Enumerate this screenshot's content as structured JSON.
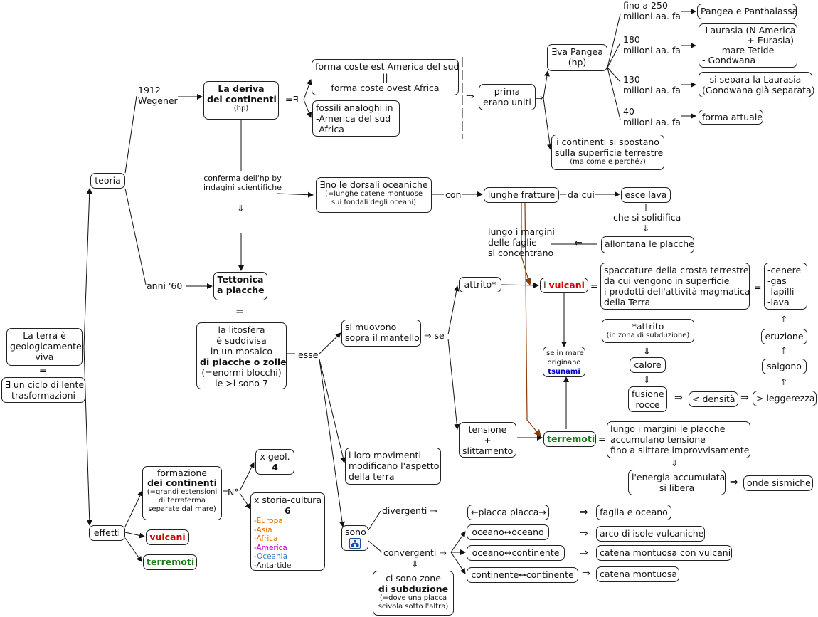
{
  "nodes": {
    "terra": [
      "La terra è",
      "geologicamente",
      "viva"
    ],
    "eq_main": "=",
    "ciclo": [
      "∃ un ciclo di lente",
      "trasformazioni"
    ],
    "teoria": "teoria",
    "effetti": "effetti",
    "wegener": [
      "1912",
      "Wegener"
    ],
    "deriva": [
      "La deriva",
      "dei continenti",
      "(hp)"
    ],
    "eq_exists": "=∃",
    "coste": [
      "forma coste est America del sud",
      "||",
      "forma coste ovest Africa"
    ],
    "fossili": [
      "fossili analoghi in",
      "-America del sud",
      "-Africa"
    ],
    "impl_prima": "⇒",
    "prima_uniti": [
      "prima",
      "erano uniti"
    ],
    "impl_pangea": "⇒",
    "pangea": [
      "∃va Pangea",
      "(hp)"
    ],
    "t250": [
      "fino a 250",
      "milioni aa. fa"
    ],
    "t180": [
      "180",
      "milioni aa. fa"
    ],
    "t130": [
      "130",
      "milioni aa. fa"
    ],
    "t40": [
      "40",
      "milioni aa. fa"
    ],
    "pangea_pantha": "Pangea e Panthalassa",
    "laurasia": [
      "-Laurasia (N America",
      "+ Eurasia)",
      "mare Tetide",
      "- Gondwana"
    ],
    "separa": [
      "si separa la Laurasia",
      "(Gondwana già separata)"
    ],
    "forma_attuale": "forma attuale",
    "continenti_spostano": [
      "i continenti si spostano",
      "sulla superficie terrestre",
      "(ma come e perché?)"
    ],
    "conferma": [
      "conferma dell'hp by",
      "indagini scientifiche"
    ],
    "down_arrow": "⇓",
    "dorsali": [
      "∃no le dorsali oceaniche",
      "(=lunghe catene montuose",
      "sui fondali degli oceani)"
    ],
    "con": "con",
    "fratture": "lunghe fratture",
    "da_cui": "da cui",
    "esce_lava": "esce lava",
    "solidifica": "che si solidifica",
    "down_arrow2": "⇓",
    "allontana": "allontana le placche",
    "margini": [
      "lungo i margini",
      "delle faglie",
      "si concentrano"
    ],
    "impl_left": "⇐",
    "anni60": "anni '60",
    "tettonica": [
      "Tettonica",
      "a placche"
    ],
    "eq_tett": "=",
    "litosfera": [
      "la litosfera",
      "è suddivisa",
      "in un mosaico",
      "di placche o zolle",
      "(=enormi blocchi)",
      "le >i sono 7"
    ],
    "esse": "esse",
    "muovono": [
      "si muovono",
      "sopra il mantello"
    ],
    "impl_se": "⇒ se",
    "attrito": "attrito*",
    "vulcani": [
      "i ",
      "vulcani"
    ],
    "eq_vulc": "=",
    "spaccature": [
      "spaccature della crosta terrestre",
      "da cui vengono in superficie",
      "i prodotti dell'attività magmatica",
      "della Terra"
    ],
    "eq_prod": "=",
    "prodotti": [
      "-cenere",
      "-gas",
      "-lapilli",
      "-lava"
    ],
    "tsunami": [
      "se in mare",
      "originano",
      "tsunami"
    ],
    "attrito_note": [
      "*attrito",
      "(in zona di subduzione)"
    ],
    "calore": "calore",
    "fusione": [
      "fusione",
      "rocce"
    ],
    "impl_dens": "⇒",
    "densita": "< densità",
    "impl_legg": "⇒",
    "leggerezza": "> leggerezza",
    "salgono": "salgono",
    "eruzione": "eruzione",
    "up1": "⇑",
    "up2": "⇑",
    "up3": "⇑",
    "down3": "⇓",
    "down4": "⇓",
    "tensione": [
      "tensione",
      "+",
      "slittamento"
    ],
    "terremoti": "terremoti",
    "eq_terr": "=",
    "margini_tensione": [
      "lungo i margini le placche",
      "accumulano tensione",
      "fino a slittare improvvisamente"
    ],
    "down5": "⇓",
    "energia": [
      "l'energia accumulata",
      "si libera"
    ],
    "impl_onde": "⇒",
    "onde": "onde sismiche",
    "movimenti": [
      "i loro movimenti",
      "modificano l'aspetto",
      "della terra"
    ],
    "sono": "sono",
    "divergenti": "divergenti ⇒",
    "convergenti": "convergenti ⇒",
    "down6": "⇓",
    "subduzione": [
      "ci sono zone",
      "di subduzione",
      "(=dove una placca",
      "scivola sotto l'altra)"
    ],
    "pp": "←placca placca→",
    "oo": "oceano↔oceano",
    "oc": "oceano↔continente",
    "cc": "continente↔continente",
    "impl_r1": "⇒",
    "impl_r2": "⇒",
    "impl_r3": "⇒",
    "impl_r4": "⇒",
    "faglia": "faglia e oceano",
    "isole": "arco di isole vulcaniche",
    "catena_vulc": "catena montuosa con vulcani",
    "catena": "catena montuosa",
    "formazione": [
      "formazione",
      "dei continenti",
      "(=grandi estensioni",
      "di terraferma",
      "separate dal mare)"
    ],
    "n_label": "N°",
    "geol": [
      "x geol.",
      "4"
    ],
    "storia": [
      "x storia-cultura",
      "6"
    ],
    "regions": [
      "-Europa",
      "-Asia",
      "-Africa",
      "-America",
      "-Oceania",
      "-Antartide"
    ],
    "vulcani_eff": "vulcani",
    "terremoti_eff": "terremoti"
  },
  "colors": {
    "europa": "#e07000",
    "asia": "#e07000",
    "africa": "#e07000",
    "america": "#cc00cc",
    "oceania": "#3a7ac0",
    "antartide": "#222222",
    "vulcani": "#d10000",
    "terremoti": "#1a7a1a",
    "tsunami": "#0000cc",
    "brown_arrow": "#8b3a0a"
  }
}
